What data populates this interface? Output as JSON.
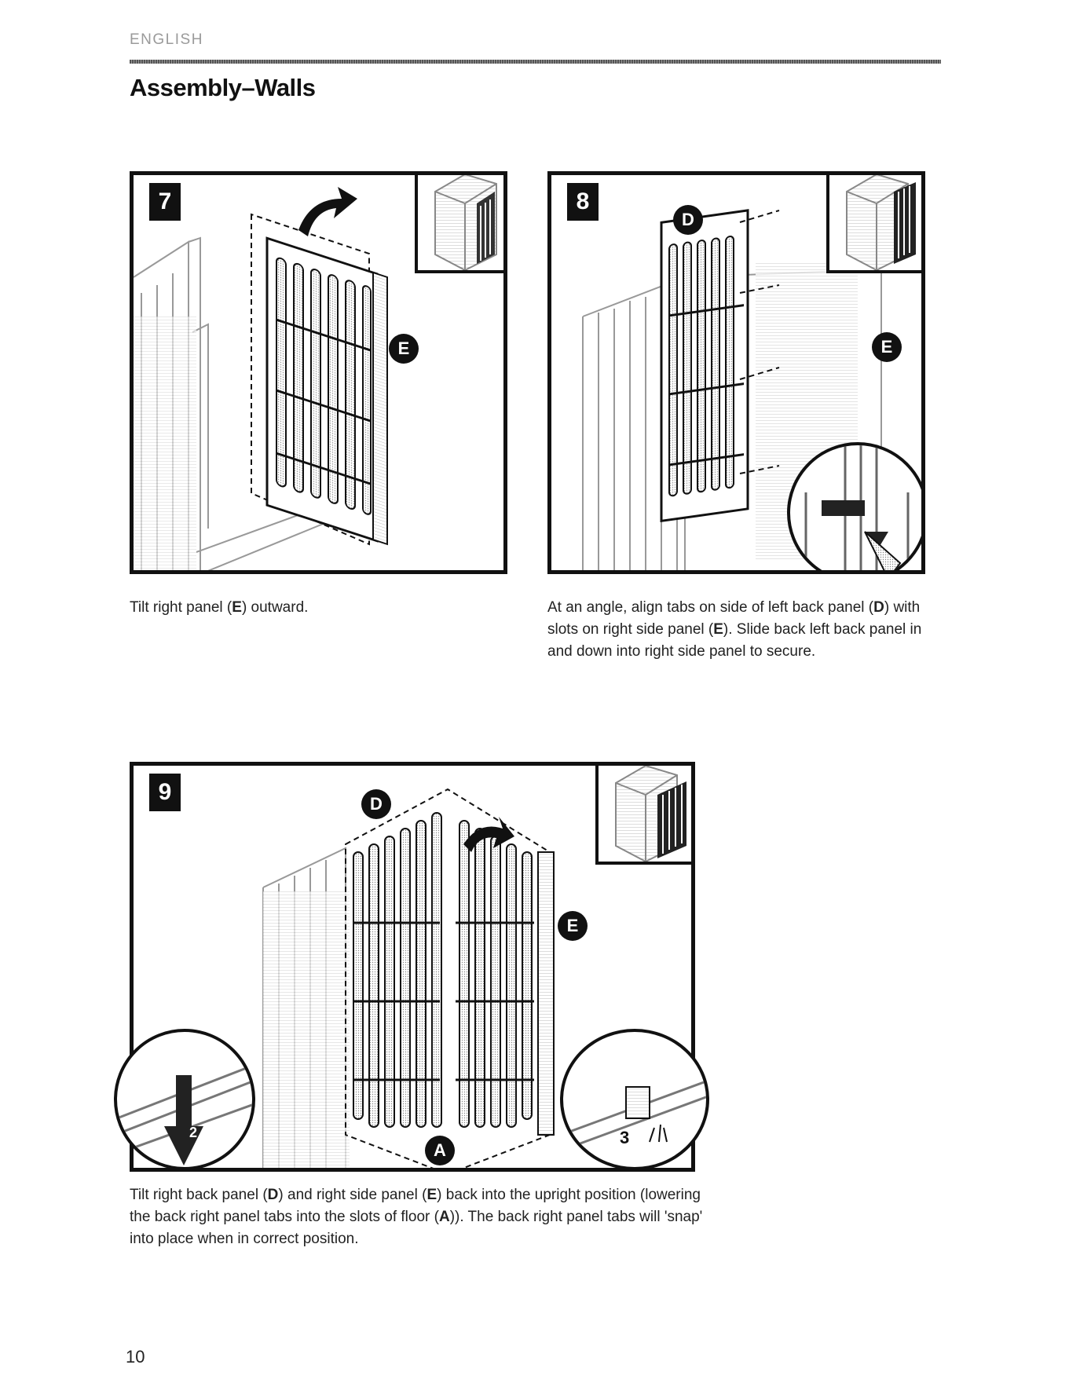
{
  "header": {
    "language": "ENGLISH",
    "title": "Assembly–Walls"
  },
  "steps": [
    {
      "number": "7",
      "callouts": [
        "E"
      ],
      "caption": [
        {
          "t": "Tilt right panel ("
        },
        {
          "t": "E",
          "b": true
        },
        {
          "t": ") outward."
        }
      ]
    },
    {
      "number": "8",
      "callouts": [
        "D",
        "E"
      ],
      "caption": [
        {
          "t": "At an angle, align tabs on side of left back panel ("
        },
        {
          "t": "D",
          "b": true
        },
        {
          "t": ") with slots on right side panel ("
        },
        {
          "t": "E",
          "b": true
        },
        {
          "t": "). Slide back left back panel in and down into right side panel to secure."
        }
      ]
    },
    {
      "number": "9",
      "callouts": [
        "D",
        "E",
        "A"
      ],
      "zoom_labels": [
        "2",
        "3"
      ],
      "caption": [
        {
          "t": "Tilt right back panel ("
        },
        {
          "t": "D",
          "b": true
        },
        {
          "t": ") and right side panel ("
        },
        {
          "t": "E",
          "b": true
        },
        {
          "t": ") back into the  upright position (lowering the back right panel tabs into the slots of floor ("
        },
        {
          "t": "A",
          "b": true
        },
        {
          "t": ")). The back right panel tabs will 'snap' into place when in correct position."
        }
      ]
    }
  ],
  "footer": {
    "page_number": "10"
  }
}
